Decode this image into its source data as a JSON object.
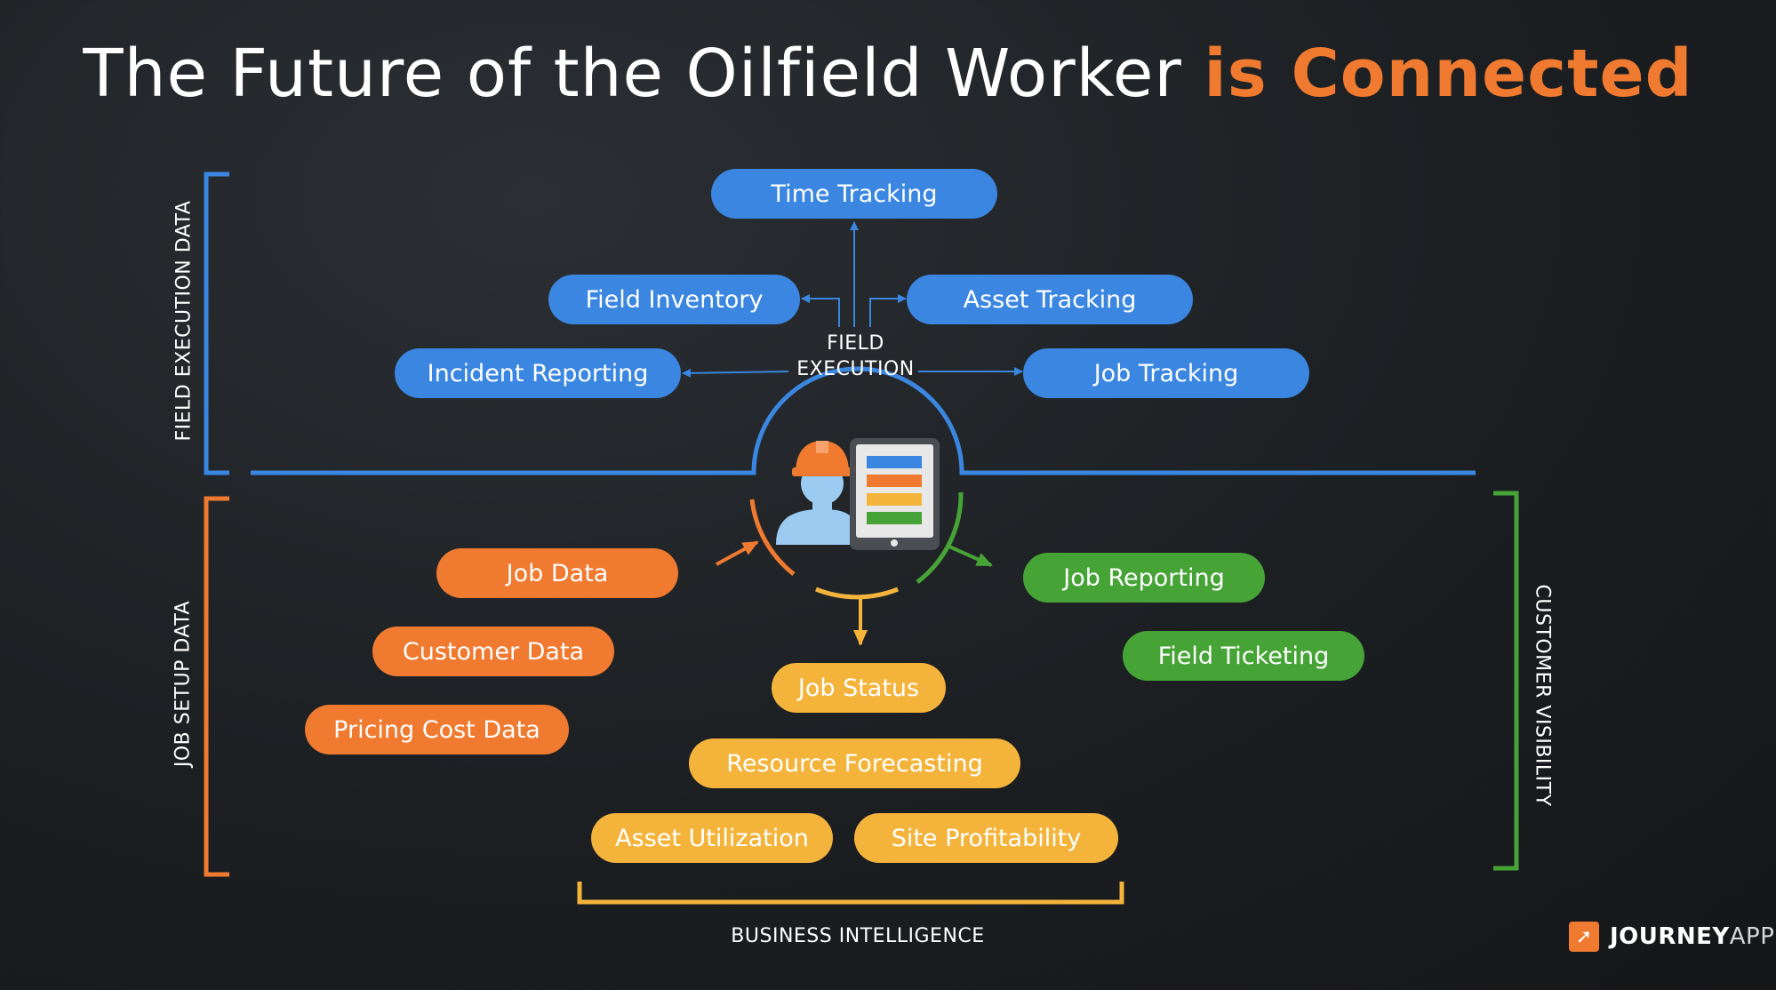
{
  "title": {
    "main": "The Future of the Oilfield Worker ",
    "highlight": "is Connected"
  },
  "field_execution": {
    "center_label_line1": "FIELD",
    "center_label_line2": "EXECUTION",
    "items": [
      "Time Tracking",
      "Field Inventory",
      "Asset Tracking",
      "Incident Reporting",
      "Job Tracking"
    ]
  },
  "job_setup": {
    "items": [
      "Job Data",
      "Customer Data",
      "Pricing Cost Data"
    ]
  },
  "business_intelligence": {
    "items": [
      "Job Status",
      "Resource Forecasting",
      "Asset Utilization",
      "Site Profitability"
    ]
  },
  "customer_visibility": {
    "items": [
      "Job Reporting",
      "Field Ticketing"
    ]
  },
  "side_labels": {
    "left_top": "FIELD EXECUTION DATA",
    "left_bottom": "JOB SETUP DATA",
    "right": "CUSTOMER VISIBILITY",
    "bottom": "BUSINESS INTELLIGENCE"
  },
  "logo": {
    "bold": "JOURNEY",
    "light": "APPS",
    "icon": "rocket-icon"
  },
  "colors": {
    "blue": "#3a86e0",
    "orange": "#ef7a30",
    "yellow": "#f4b43c",
    "green": "#46a336"
  }
}
